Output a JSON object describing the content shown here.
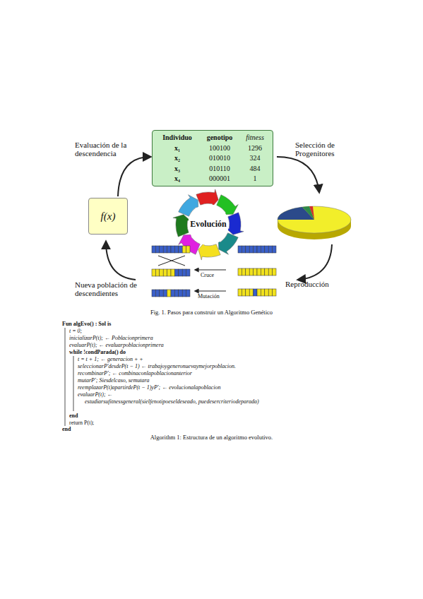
{
  "diagram": {
    "caption": "Fig. 1. Pasos para construir un Algoritmo Genético",
    "nodes": [
      {
        "text": [
          "Individuo",
          "genotipo",
          "fitness",
          "x₁",
          "100100",
          "1296",
          "x₂",
          "010010",
          "324",
          "x₃",
          "010110",
          "484",
          "x₄",
          "000001",
          "1"
        ]
      },
      {
        "text": [
          "f(x)"
        ]
      }
    ],
    "edges": [
      {
        "from": 1,
        "to": 0,
        "arrow": "to",
        "label": "Evaluación de la descendencia"
      }
    ],
    "labels": [
      "Selección de Progenitores",
      "Evolución",
      "Reproducción",
      "Nueva población de descendientes",
      "Cruce",
      "Mutación",
      "Fun algEvo() : Sol is",
      "t = 0;",
      "inicializarP(t); ← Poblacionprimera",
      "evaluarP(t); ← evaluarpoblacionprimera",
      "while !condParada() do",
      "t = t + 1; ← generacion + +",
      "seleccionarP′desdeP(t − 1) ← trabajoygeneronuevaymejorpoblacion.",
      "recombinarP′; ← combinaconlapoblacionanterior",
      "mutarP′; Siesdelcaso, semutara",
      "reemplazarP(t)apartirdeP(t − 1)yP′; ← evolucionalapoblacion",
      "evaluarP(t); ←",
      "estudiarsufitnessgeneral(sielfenotipoeseldeseado, puedesercriteriodeparada)",
      "end",
      "return P(t);",
      "end",
      "Algorithm 1: Estructura de un algoritmo evolutivo."
    ]
  }
}
